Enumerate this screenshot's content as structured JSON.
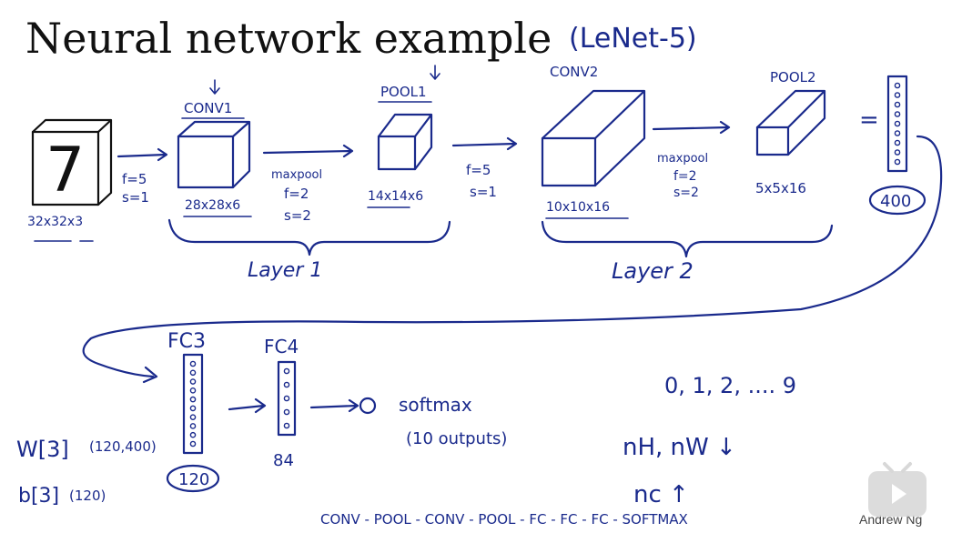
{
  "title": "Neural network example",
  "subtitle": "(LeNet-5)",
  "input": {
    "digit": "7",
    "size": "32x32x3"
  },
  "conv1": {
    "label": "CONV1",
    "params": [
      "f=5",
      "s=1"
    ],
    "size": "28x28x6"
  },
  "pool1": {
    "label": "POOL1",
    "op": "maxpool",
    "params": [
      "f=2",
      "s=2"
    ],
    "size": "14x14x6"
  },
  "layer1": "Layer 1",
  "conv2": {
    "label": "CONV2",
    "params": [
      "f=5",
      "s=1"
    ],
    "size": "10x10x16"
  },
  "pool2": {
    "label": "POOL2",
    "op": "maxpool",
    "params": [
      "f=2",
      "s=2"
    ],
    "size": "5x5x16"
  },
  "layer2": "Layer 2",
  "flatten": {
    "equals": "=",
    "size": "400"
  },
  "fc3": {
    "label": "FC3",
    "size": "120"
  },
  "fc4": {
    "label": "FC4",
    "size": "84"
  },
  "softmax": {
    "label": "softmax",
    "note": "(10 outputs)"
  },
  "weights": {
    "w": "W[3]",
    "w_shape": "(120,400)",
    "b": "b[3]",
    "b_shape": "(120)"
  },
  "notes": {
    "classes": "0, 1, 2, .... 9",
    "nhw": "nH, nW ↓",
    "nc": "nc ↑",
    "sequence": "CONV - POOL - CONV - POOL - FC - FC - FC - SOFTMAX"
  },
  "watermark": "Andrew Ng",
  "colors": {
    "ink": "#1a2a8c",
    "text": "#111111",
    "logo": "#d8d8d8"
  }
}
